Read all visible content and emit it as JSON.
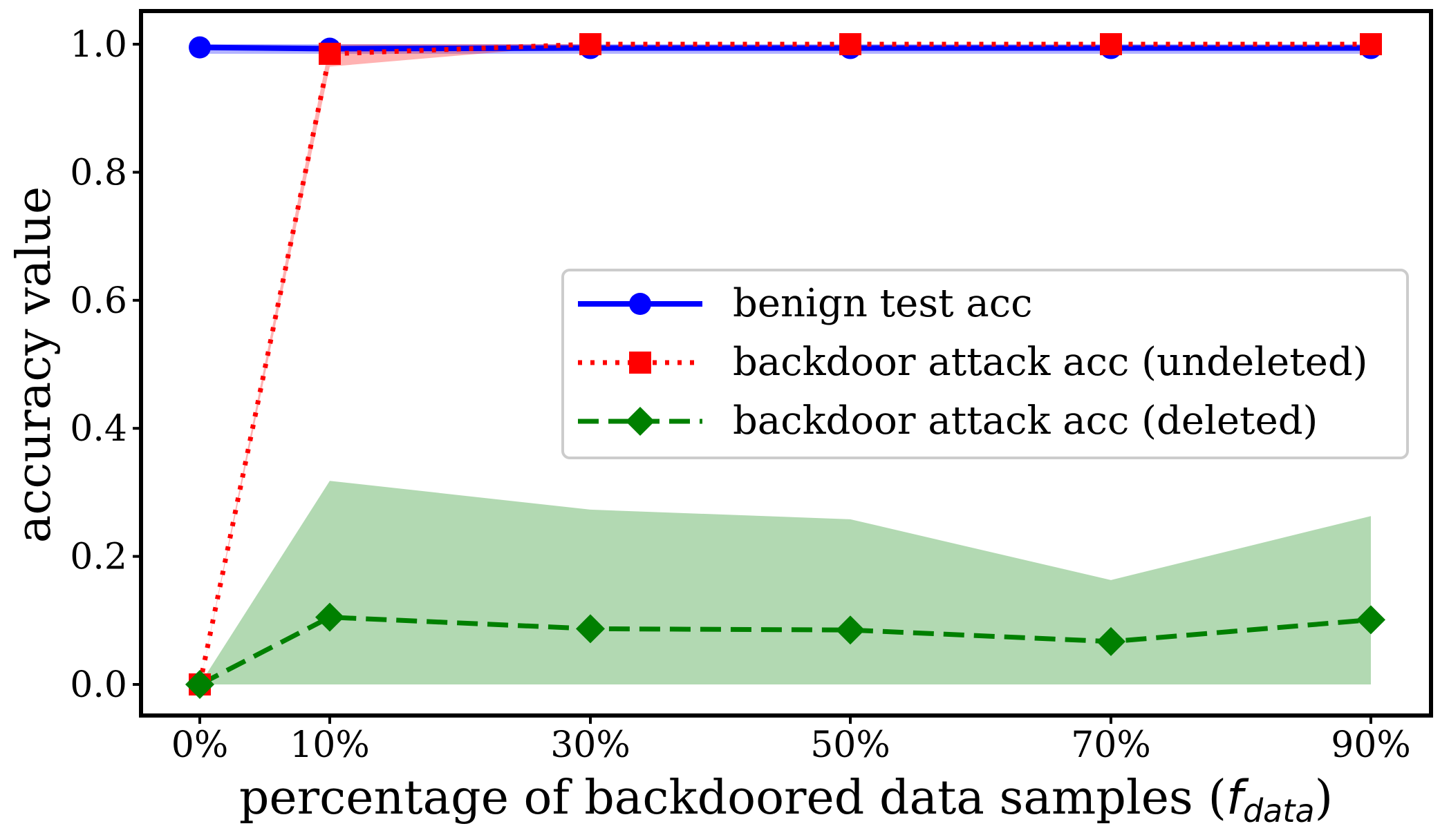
{
  "chart_data": {
    "type": "line",
    "categories": [
      "0%",
      "10%",
      "30%",
      "50%",
      "70%",
      "90%"
    ],
    "x": [
      0,
      10,
      30,
      50,
      70,
      90
    ],
    "xlabel": "percentage of backdoored data samples (",
    "xlabel_math_base": "f",
    "xlabel_math_sub": "data",
    "xlabel_close": ")",
    "ylabel": "accuracy value",
    "ylim": [
      -0.05,
      1.05
    ],
    "yticks": [
      0.0,
      0.2,
      0.4,
      0.6,
      0.8,
      1.0
    ],
    "ytick_labels": [
      "0.0",
      "0.2",
      "0.4",
      "0.6",
      "0.8",
      "1.0"
    ],
    "grid": false,
    "legend_position": "center-right",
    "series": [
      {
        "name": "benign test acc",
        "color": "#0000ff",
        "line_style": "solid",
        "marker": "circle",
        "values": [
          0.995,
          0.993,
          0.994,
          0.994,
          0.994,
          0.994
        ],
        "band_lower": [
          0.985,
          0.985,
          0.985,
          0.985,
          0.985,
          0.985
        ],
        "band_upper": [
          1.0,
          1.0,
          1.0,
          1.0,
          1.0,
          1.0
        ],
        "band_color": "#0000ff"
      },
      {
        "name": "backdoor attack acc (undeleted)",
        "color": "#ff0000",
        "line_style": "dotted",
        "marker": "square",
        "values": [
          0.0,
          0.985,
          1.0,
          1.0,
          1.0,
          1.0
        ],
        "band_lower": [
          0.0,
          0.965,
          1.0,
          1.0,
          1.0,
          1.0
        ],
        "band_upper": [
          0.0,
          1.0,
          1.0,
          1.0,
          1.0,
          1.0
        ],
        "band_color": "#ff0000"
      },
      {
        "name": "backdoor attack acc (deleted)",
        "color": "#008000",
        "line_style": "dashed",
        "marker": "diamond",
        "values": [
          0.0,
          0.105,
          0.087,
          0.085,
          0.067,
          0.101
        ],
        "band_lower": [
          0.0,
          0.0,
          0.0,
          0.0,
          0.0,
          0.0
        ],
        "band_upper": [
          0.0,
          0.318,
          0.273,
          0.258,
          0.163,
          0.263
        ],
        "band_color": "#008000"
      }
    ]
  }
}
